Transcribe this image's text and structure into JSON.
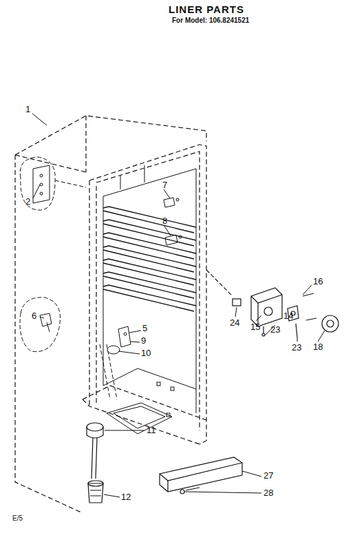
{
  "diagram": {
    "title": "LINER PARTS",
    "labels": [
      "For Model: 106.8241521",
      "1",
      "2",
      "7",
      "8",
      "6",
      "5",
      "9",
      "10",
      "11",
      "12",
      "16",
      "24",
      "15",
      "23",
      "14",
      "23",
      "18",
      "27",
      "28",
      "E/5"
    ]
  }
}
